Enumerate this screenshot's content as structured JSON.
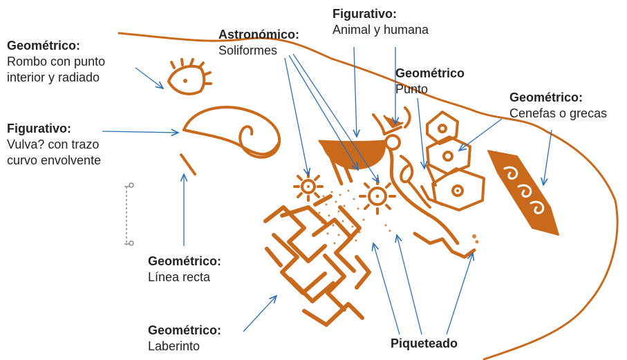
{
  "colors": {
    "engraving": "#c8691c",
    "arrow": "#2e6fb4",
    "text": "#222222",
    "scale": "#8a8a8a"
  },
  "labels": {
    "rombo": {
      "category": "Geométrico:",
      "lines": [
        "Rombo con punto",
        "interior y radiado"
      ]
    },
    "vulva": {
      "category": "Figurativo:",
      "lines": [
        "Vulva? con trazo",
        "curvo envolvente"
      ]
    },
    "linea": {
      "category": "Geométrico:",
      "lines": [
        "Línea recta"
      ]
    },
    "laberinto": {
      "category": "Geométrico:",
      "lines": [
        "Laberinto"
      ]
    },
    "astronomico": {
      "category": "Astronómico:",
      "lines": [
        "Soliformes"
      ]
    },
    "animal": {
      "category": "Figurativo:",
      "lines": [
        "Animal y humana"
      ]
    },
    "punto": {
      "category": "Geométrico",
      "lines": [
        "Punto"
      ]
    },
    "cenefas": {
      "category": "Geométrico:",
      "lines": [
        "Cenefas o grecas"
      ]
    },
    "piqueteado": {
      "category": "Piqueteado"
    }
  }
}
